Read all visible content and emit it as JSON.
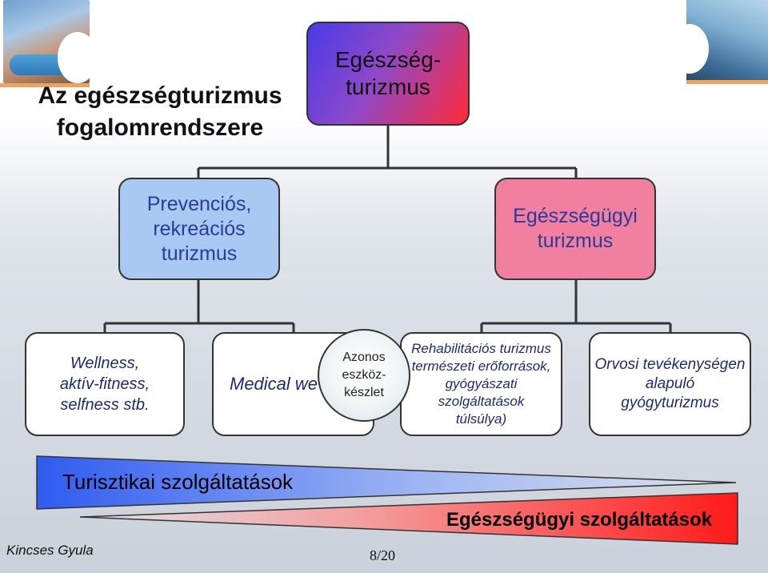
{
  "title": "Az egészségturizmus\nfogalomrendszere",
  "root": "Egészség-\nturizmus",
  "branches": {
    "prevention": "Prevenciós,\nrekreációs\nturizmus",
    "health": "Egészségügyi\nturizmus"
  },
  "leaves": {
    "wellness": "Wellness,\naktív-fitness,\nselfness stb.",
    "medical": "Medical we",
    "rehab": "Rehabilitációs turizmus\ntermészeti erőforrások,\ngyógyászati\nszolgáltatások\ntúlsúlya)",
    "orvosi": "Orvosi tevékenységen\nalapuló\ngyógyturizmus"
  },
  "shared": "Azonos\neszköz-\nkészlet",
  "bars": {
    "tourism": "Turisztikai szolgáltatások",
    "health": "Egészségügyi szolgáltatások"
  },
  "footer": {
    "author": "Kincses Gyula",
    "page": "8/20"
  },
  "colors": {
    "root_from": "#4a3ae8",
    "root_to": "#ff2a3a",
    "prevention": "#a9c9f2",
    "health": "#f07fa0",
    "tourism_wedge": "#2f5bf0",
    "health_wedge": "#ff1a1a",
    "accent": "#f0a35a"
  }
}
